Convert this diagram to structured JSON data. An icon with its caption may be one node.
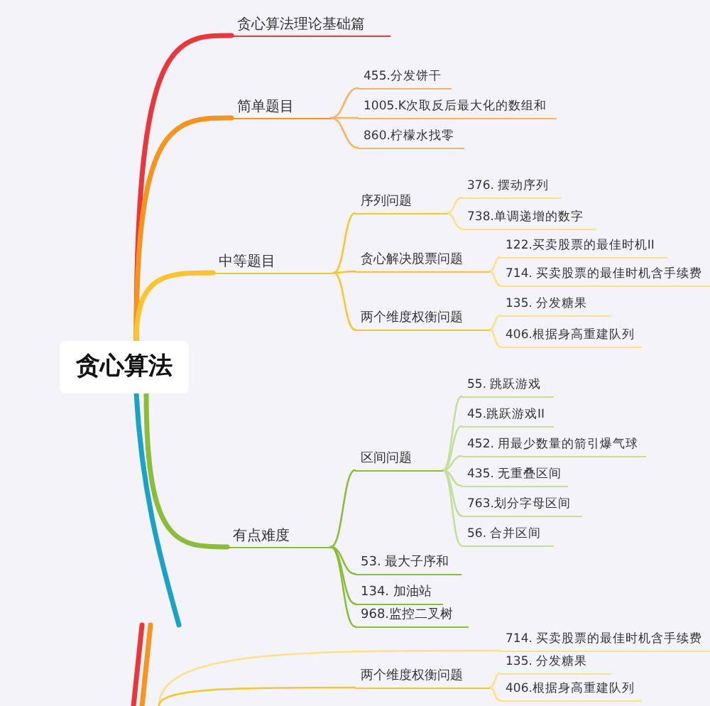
{
  "diagram": {
    "nodes": [
      {
        "text": [
          "贪心算法"
        ]
      },
      {
        "text": [
          "贪心算法理论基础篇"
        ]
      },
      {
        "text": [
          "简单题目"
        ]
      },
      {
        "text": [
          "455.分发饼干"
        ]
      },
      {
        "text": [
          "1005.K次取反后最大化的数组和"
        ]
      },
      {
        "text": [
          "860.柠檬水找零"
        ]
      },
      {
        "text": [
          "中等题目"
        ]
      },
      {
        "text": [
          "序列问题"
        ]
      },
      {
        "text": [
          "376. 摆动序列"
        ]
      },
      {
        "text": [
          "738.单调递增的数字"
        ]
      },
      {
        "text": [
          "贪心解决股票问题"
        ]
      },
      {
        "text": [
          "122.买卖股票的最佳时机II"
        ]
      },
      {
        "text": [
          "714. 买卖股票的最佳时机含手续费"
        ]
      },
      {
        "text": [
          "两个维度权衡问题"
        ]
      },
      {
        "text": [
          "135. 分发糖果"
        ]
      },
      {
        "text": [
          "406.根据身高重建队列"
        ]
      },
      {
        "text": [
          "有点难度"
        ]
      },
      {
        "text": [
          "区间问题"
        ]
      },
      {
        "text": [
          "55. 跳跃游戏"
        ]
      },
      {
        "text": [
          "45.跳跃游戏II"
        ]
      },
      {
        "text": [
          "452. 用最少数量的箭引爆气球"
        ]
      },
      {
        "text": [
          "435. 无重叠区间"
        ]
      },
      {
        "text": [
          "763.划分字母区间"
        ]
      },
      {
        "text": [
          "56. 合并区间"
        ]
      },
      {
        "text": [
          "53. 最大子序和"
        ]
      },
      {
        "text": [
          "134. 加油站"
        ]
      },
      {
        "text": [
          "968.监控二叉树"
        ]
      },
      {
        "text": [
          "714. 买卖股票的最佳时机含手续费"
        ]
      },
      {
        "text": [
          "两个维度权衡问题"
        ]
      },
      {
        "text": [
          "135. 分发糖果"
        ]
      },
      {
        "text": [
          "406.根据身高重建队列"
        ]
      }
    ],
    "edges": [
      {
        "from": 0,
        "to": 1,
        "arrow": "none",
        "style": "thick",
        "color": "#e8383d"
      },
      {
        "from": 0,
        "to": 2,
        "arrow": "none",
        "style": "thick",
        "color": "#f7941d"
      },
      {
        "from": 2,
        "to": 3,
        "arrow": "none",
        "color": "#f9b266"
      },
      {
        "from": 2,
        "to": 4,
        "arrow": "none",
        "color": "#f9b266"
      },
      {
        "from": 2,
        "to": 5,
        "arrow": "none",
        "color": "#f9b266"
      },
      {
        "from": 0,
        "to": 6,
        "arrow": "none",
        "style": "thick",
        "color": "#fcc42d"
      },
      {
        "from": 6,
        "to": 7,
        "arrow": "none",
        "color": "#fcc42d"
      },
      {
        "from": 6,
        "to": 10,
        "arrow": "none",
        "color": "#fcc42d"
      },
      {
        "from": 6,
        "to": 13,
        "arrow": "none",
        "color": "#fcc42d"
      },
      {
        "from": 7,
        "to": 8,
        "arrow": "none",
        "color": "#fde08a"
      },
      {
        "from": 7,
        "to": 9,
        "arrow": "none",
        "color": "#fde08a"
      },
      {
        "from": 10,
        "to": 11,
        "arrow": "none",
        "color": "#fde08a"
      },
      {
        "from": 10,
        "to": 12,
        "arrow": "none",
        "color": "#fde08a"
      },
      {
        "from": 13,
        "to": 14,
        "arrow": "none",
        "color": "#fde08a"
      },
      {
        "from": 13,
        "to": 15,
        "arrow": "none",
        "color": "#fde08a"
      },
      {
        "from": 0,
        "to": 16,
        "arrow": "none",
        "style": "thick",
        "color": "#8cbd3a"
      },
      {
        "from": 16,
        "to": 17,
        "arrow": "none",
        "color": "#8cbd3a"
      },
      {
        "from": 17,
        "to": 18,
        "arrow": "none",
        "color": "#c5de9a"
      },
      {
        "from": 17,
        "to": 19,
        "arrow": "none",
        "color": "#c5de9a"
      },
      {
        "from": 17,
        "to": 20,
        "arrow": "none",
        "color": "#c5de9a"
      },
      {
        "from": 17,
        "to": 21,
        "arrow": "none",
        "color": "#c5de9a"
      },
      {
        "from": 17,
        "to": 22,
        "arrow": "none",
        "color": "#c5de9a"
      },
      {
        "from": 17,
        "to": 23,
        "arrow": "none",
        "color": "#c5de9a"
      },
      {
        "from": 16,
        "to": 24,
        "arrow": "none",
        "color": "#8cbd3a"
      },
      {
        "from": 16,
        "to": 25,
        "arrow": "none",
        "color": "#8cbd3a"
      },
      {
        "from": 16,
        "to": 26,
        "arrow": "none",
        "color": "#8cbd3a"
      },
      {
        "from": null,
        "to": 27,
        "arrow": "none",
        "color": "#fde08a"
      },
      {
        "from": null,
        "to": 28,
        "arrow": "none",
        "color": "#fcc42d"
      },
      {
        "from": 28,
        "to": 29,
        "arrow": "none",
        "color": "#fde08a"
      },
      {
        "from": 28,
        "to": 30,
        "arrow": "none",
        "color": "#fde08a"
      }
    ]
  }
}
